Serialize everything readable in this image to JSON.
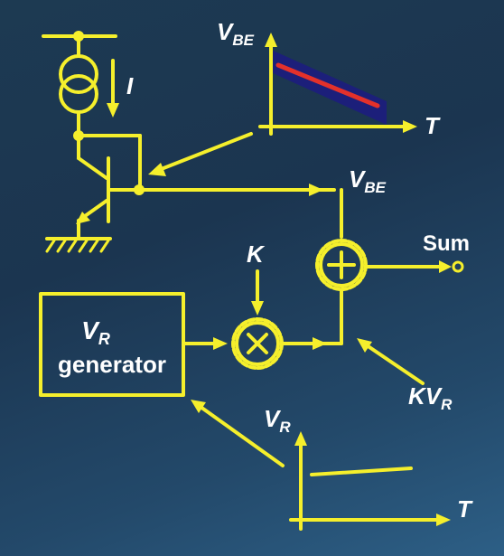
{
  "labels": {
    "vbe_graph_y": "V",
    "vbe_graph_y_sub": "BE",
    "vbe_graph_x": "T",
    "current": "I",
    "vbe_node": "V",
    "vbe_node_sub": "BE",
    "k": "K",
    "sum": "Sum",
    "kvr": "KV",
    "kvr_sub": "R",
    "vr_graph_y": "V",
    "vr_graph_y_sub": "R",
    "vr_graph_x": "T",
    "generator_line1": "V",
    "generator_line1_sub": "R",
    "generator_line2": "generator"
  },
  "colors": {
    "wire": "#f5ef2c",
    "text": "#ffffff",
    "vbe_band": "#1c1f7a",
    "vbe_line": "#e3312b",
    "background": "#1d3a52"
  }
}
